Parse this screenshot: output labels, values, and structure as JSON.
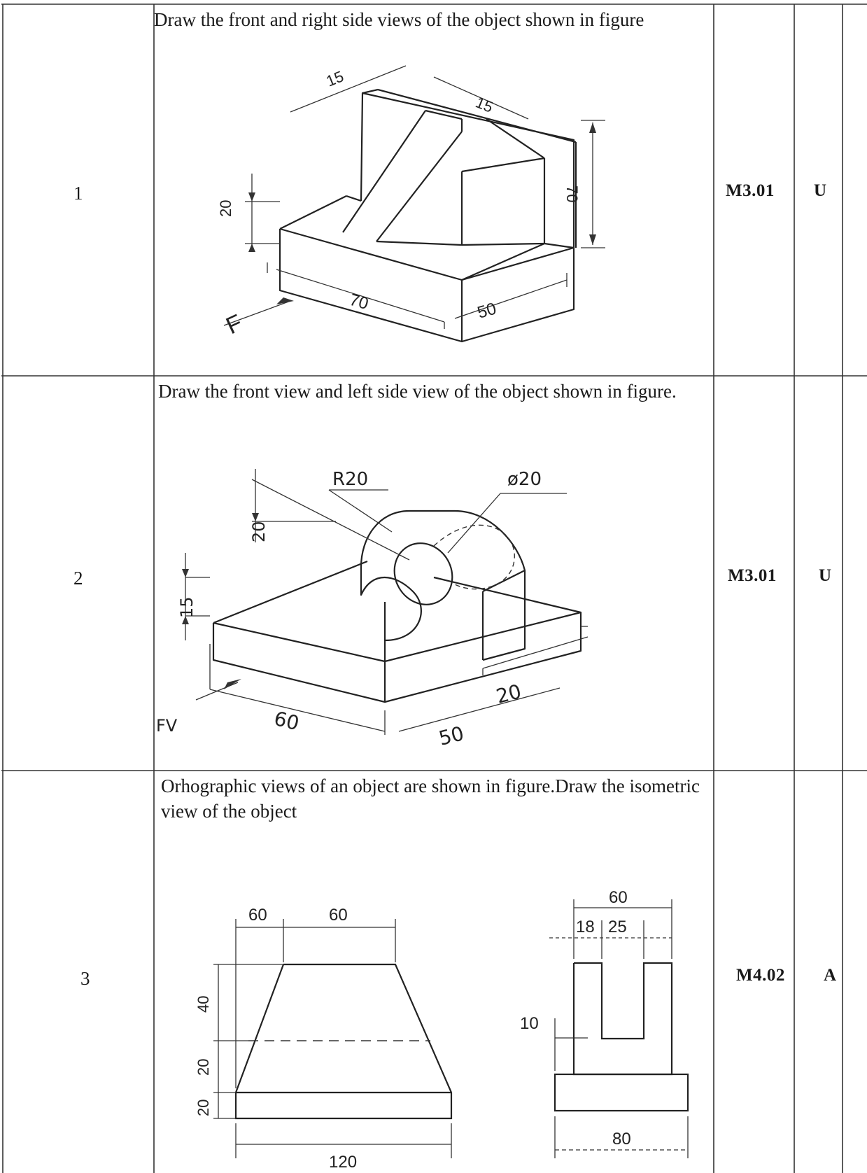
{
  "rows": [
    {
      "number": "1",
      "question": "Draw the front and right side views of the object shown in figure",
      "code": "M3.01",
      "level": "U",
      "figure": {
        "dim_top_left": "15",
        "dim_top_right": "15",
        "dim_height": "70",
        "dim_base": "20",
        "dim_length": "70",
        "dim_width": "50",
        "view_label": "F"
      }
    },
    {
      "number": "2",
      "question": "Draw the front view and left side view of the object shown in figure.",
      "code": "M3.01",
      "level": "U",
      "figure": {
        "dim_radius": "R20",
        "dim_hole": "ø20",
        "dim_upright": "20",
        "dim_base": "15",
        "dim_length": "60",
        "dim_width": "50",
        "dim_thickness": "20",
        "view_label": "FV"
      }
    },
    {
      "number": "3",
      "question": "Orhographic views of an object are shown in figure.Draw the isometric view of the object",
      "code": "M4.02",
      "level": "A",
      "figure": {
        "front": {
          "dim_top_left": "60",
          "dim_top_right": "60",
          "dim_h1": "40",
          "dim_h2": "20",
          "dim_h3": "20",
          "dim_bottom": "120"
        },
        "side": {
          "dim_top": "60",
          "dim_mid": "18",
          "dim_mid2": "25",
          "dim_left": "10",
          "dim_bottom": "80"
        }
      }
    }
  ]
}
